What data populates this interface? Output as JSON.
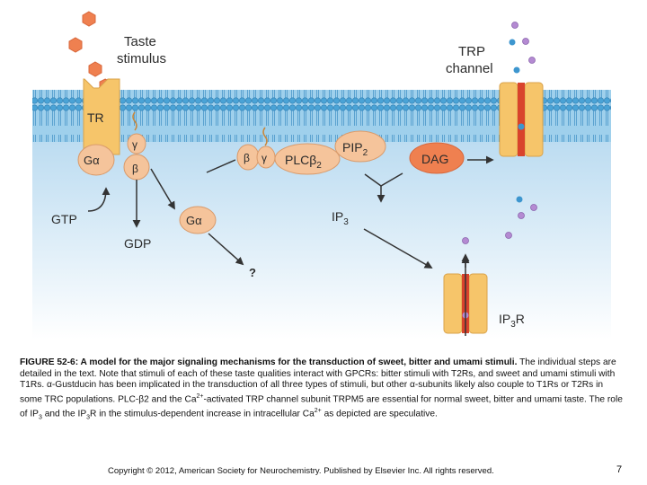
{
  "diagram": {
    "labels": {
      "taste_stimulus_line1": "Taste",
      "taste_stimulus_line2": "stimulus",
      "trp_line1": "TRP",
      "trp_line2": "channel",
      "tr": "TR",
      "g_alpha": "Gα",
      "beta": "β",
      "gamma": "γ",
      "plc": "PLCβ",
      "plc_sub": "2",
      "pip": "PIP",
      "pip_sub": "2",
      "dag": "DAG",
      "gtp": "GTP",
      "gdp": "GDP",
      "g_alpha_free": "Gα",
      "ip3": "IP",
      "ip3_sub": "3",
      "ip3r": "IP",
      "ip3r_sub": "3",
      "ip3r_suffix": "R",
      "question": "?"
    },
    "colors": {
      "membrane_blue": "#5fb2dc",
      "cytoplasm_blue": "#d2e8f6",
      "receptor_tan": "#f6c56a",
      "stimulus_orange": "#ef8050",
      "protein_peach": "#f5c49b",
      "dag_orange": "#ef8050",
      "channel_red": "#d9432c",
      "ion_purple": "#b48ad2",
      "ion_blue": "#3d96cf"
    }
  },
  "caption": {
    "heading": "FIGURE 52-6: A model for the major signaling mechanisms for the transduction of sweet, bitter and umami stimuli.",
    "body_1": " The individual steps are detailed in the text. Note that stimuli of each of these taste qualities interact with GPCRs: bitter stimuli with T2Rs, and sweet and umami stimuli with T1Rs. α-Gustducin has been implicated in the transduction of all three types of stimuli, but other α-subunits likely also couple to T1Rs or T2Rs in some TRC populations. PLC-β2 and the Ca",
    "sup_1": "2+",
    "body_2": "-activated TRP channel subunit TRPM5 are essential for normal sweet, bitter and umami taste. The role of IP",
    "sub_1": "3",
    "body_3": " and the IP",
    "sub_2": "3",
    "body_4": "R in the stimulus-dependent increase in intracellular Ca",
    "sup_2": "2+",
    "body_5": " as depicted are speculative."
  },
  "footer": {
    "copyright": "Copyright © 2012, American Society for Neurochemistry. Published by Elsevier Inc. All rights reserved.",
    "page_number": "7"
  }
}
